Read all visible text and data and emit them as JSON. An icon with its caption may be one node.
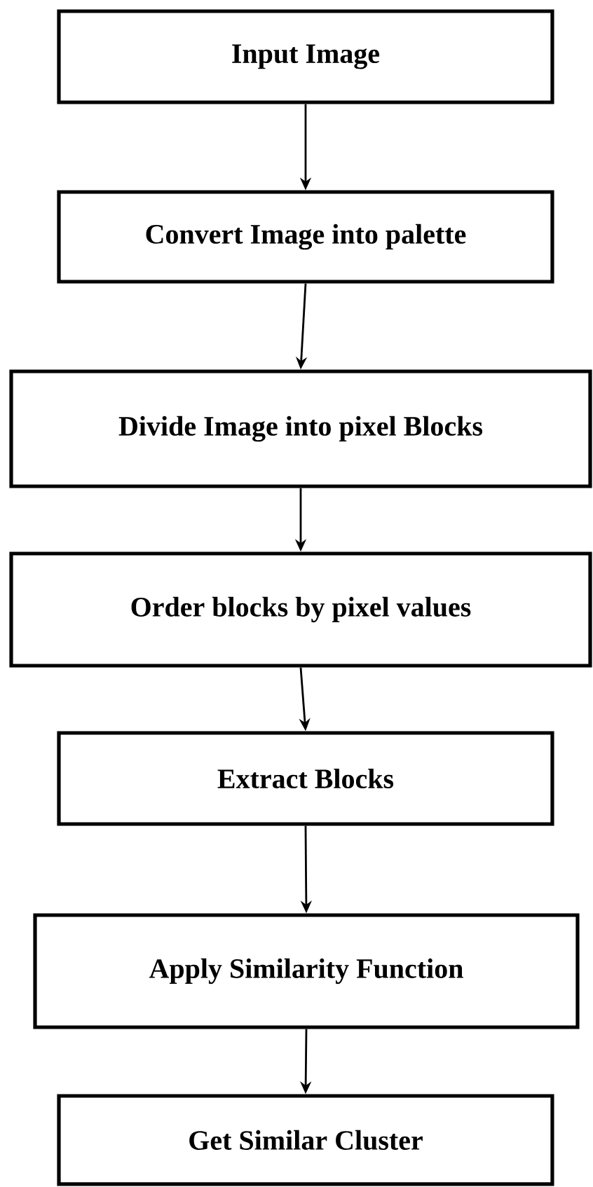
{
  "diagram": {
    "nodes": [
      {
        "text": [
          "Input Image"
        ]
      },
      {
        "text": [
          "Convert Image into palette"
        ]
      },
      {
        "text": [
          "Divide Image into pixel Blocks"
        ]
      },
      {
        "text": [
          "Order blocks by pixel values"
        ]
      },
      {
        "text": [
          "Extract Blocks"
        ]
      },
      {
        "text": [
          "Apply  Similarity Function"
        ]
      },
      {
        "text": [
          "Get Similar Cluster"
        ]
      }
    ],
    "edges": [
      {
        "from": 0,
        "to": 1,
        "arrow": "to"
      },
      {
        "from": 1,
        "to": 2,
        "arrow": "to"
      },
      {
        "from": 2,
        "to": 3,
        "arrow": "to"
      },
      {
        "from": 3,
        "to": 4,
        "arrow": "to"
      },
      {
        "from": 4,
        "to": 5,
        "arrow": "to"
      },
      {
        "from": 5,
        "to": 6,
        "arrow": "to"
      }
    ]
  }
}
